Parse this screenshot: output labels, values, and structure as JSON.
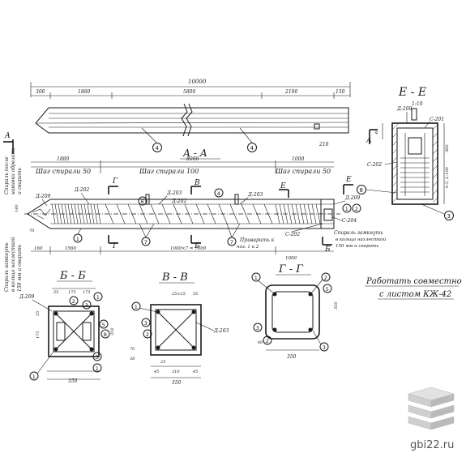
{
  "labels": {
    "len_total": "10000",
    "seg_300": "300",
    "seg_1880": "1880",
    "seg_5800": "5800",
    "seg_2190": "2190",
    "seg_150": "150",
    "seg_210": "210",
    "section_aa": "А - А",
    "section_ee": "Е - Е",
    "scale_ee": "1:10",
    "pos_4": "4",
    "mark_A": "А",
    "mark_b": "Б",
    "mark_v": "В",
    "mark_g": "Г",
    "mark_e": "Е",
    "len_1880": "1880",
    "len_8000": "8000",
    "len_1000": "1000",
    "step_50_left": "Шаг спирали 50",
    "step_100": "Шаг спирали 100",
    "step_50_right": "Шаг спирали 50",
    "d209": "Д-209",
    "d202": "Д-202",
    "d203": "Д-203",
    "c201": "С-201",
    "c202": "С-202",
    "c204": "С-204",
    "n_1": "1",
    "n_2": "2",
    "n_3": "3",
    "n_4": "4",
    "n_5": "5",
    "n_6": "6",
    "n_7": "7",
    "n_8": "8",
    "dim_140": "140",
    "dim_70": "70",
    "dim_160": "160",
    "dim_1560": "1560",
    "dim_7000": "1000×7 = 7000",
    "dim_360": "360",
    "dim_40": "40",
    "dim_350": "350",
    "dim_175": "175",
    "dim_55": "55",
    "dim_45": "45",
    "dim_25": "25×25",
    "dim_70b": "70",
    "dim_38": "38",
    "dim_25b": "25",
    "dim_310": "310",
    "dim_60": "60",
    "dim_h": "h-5, L-100",
    "weld_note_1": "Приварить к",
    "weld_note_2": "поз. 1 и 2",
    "spiral_note_1": "Спираль замкнуть",
    "spiral_note_2": "в кольцо нахлесткой",
    "spiral_note_3": "150 мм и сварить",
    "left_note_1": "Спираль замкнуть",
    "left_note_2": "в кольцо нахлесткой",
    "left_note_3": "150 мм и сварить",
    "left_note_4": "Спираль после",
    "left_note_5": "навивки обрезать",
    "left_note_6": "и сварить",
    "section_bb": "Б - Б",
    "section_vv": "В - В",
    "section_gg": "Г - Г",
    "work_note_1": "Работать совместно",
    "work_note_2": "с листом КЖ-42",
    "site": "gbi22.ru"
  }
}
